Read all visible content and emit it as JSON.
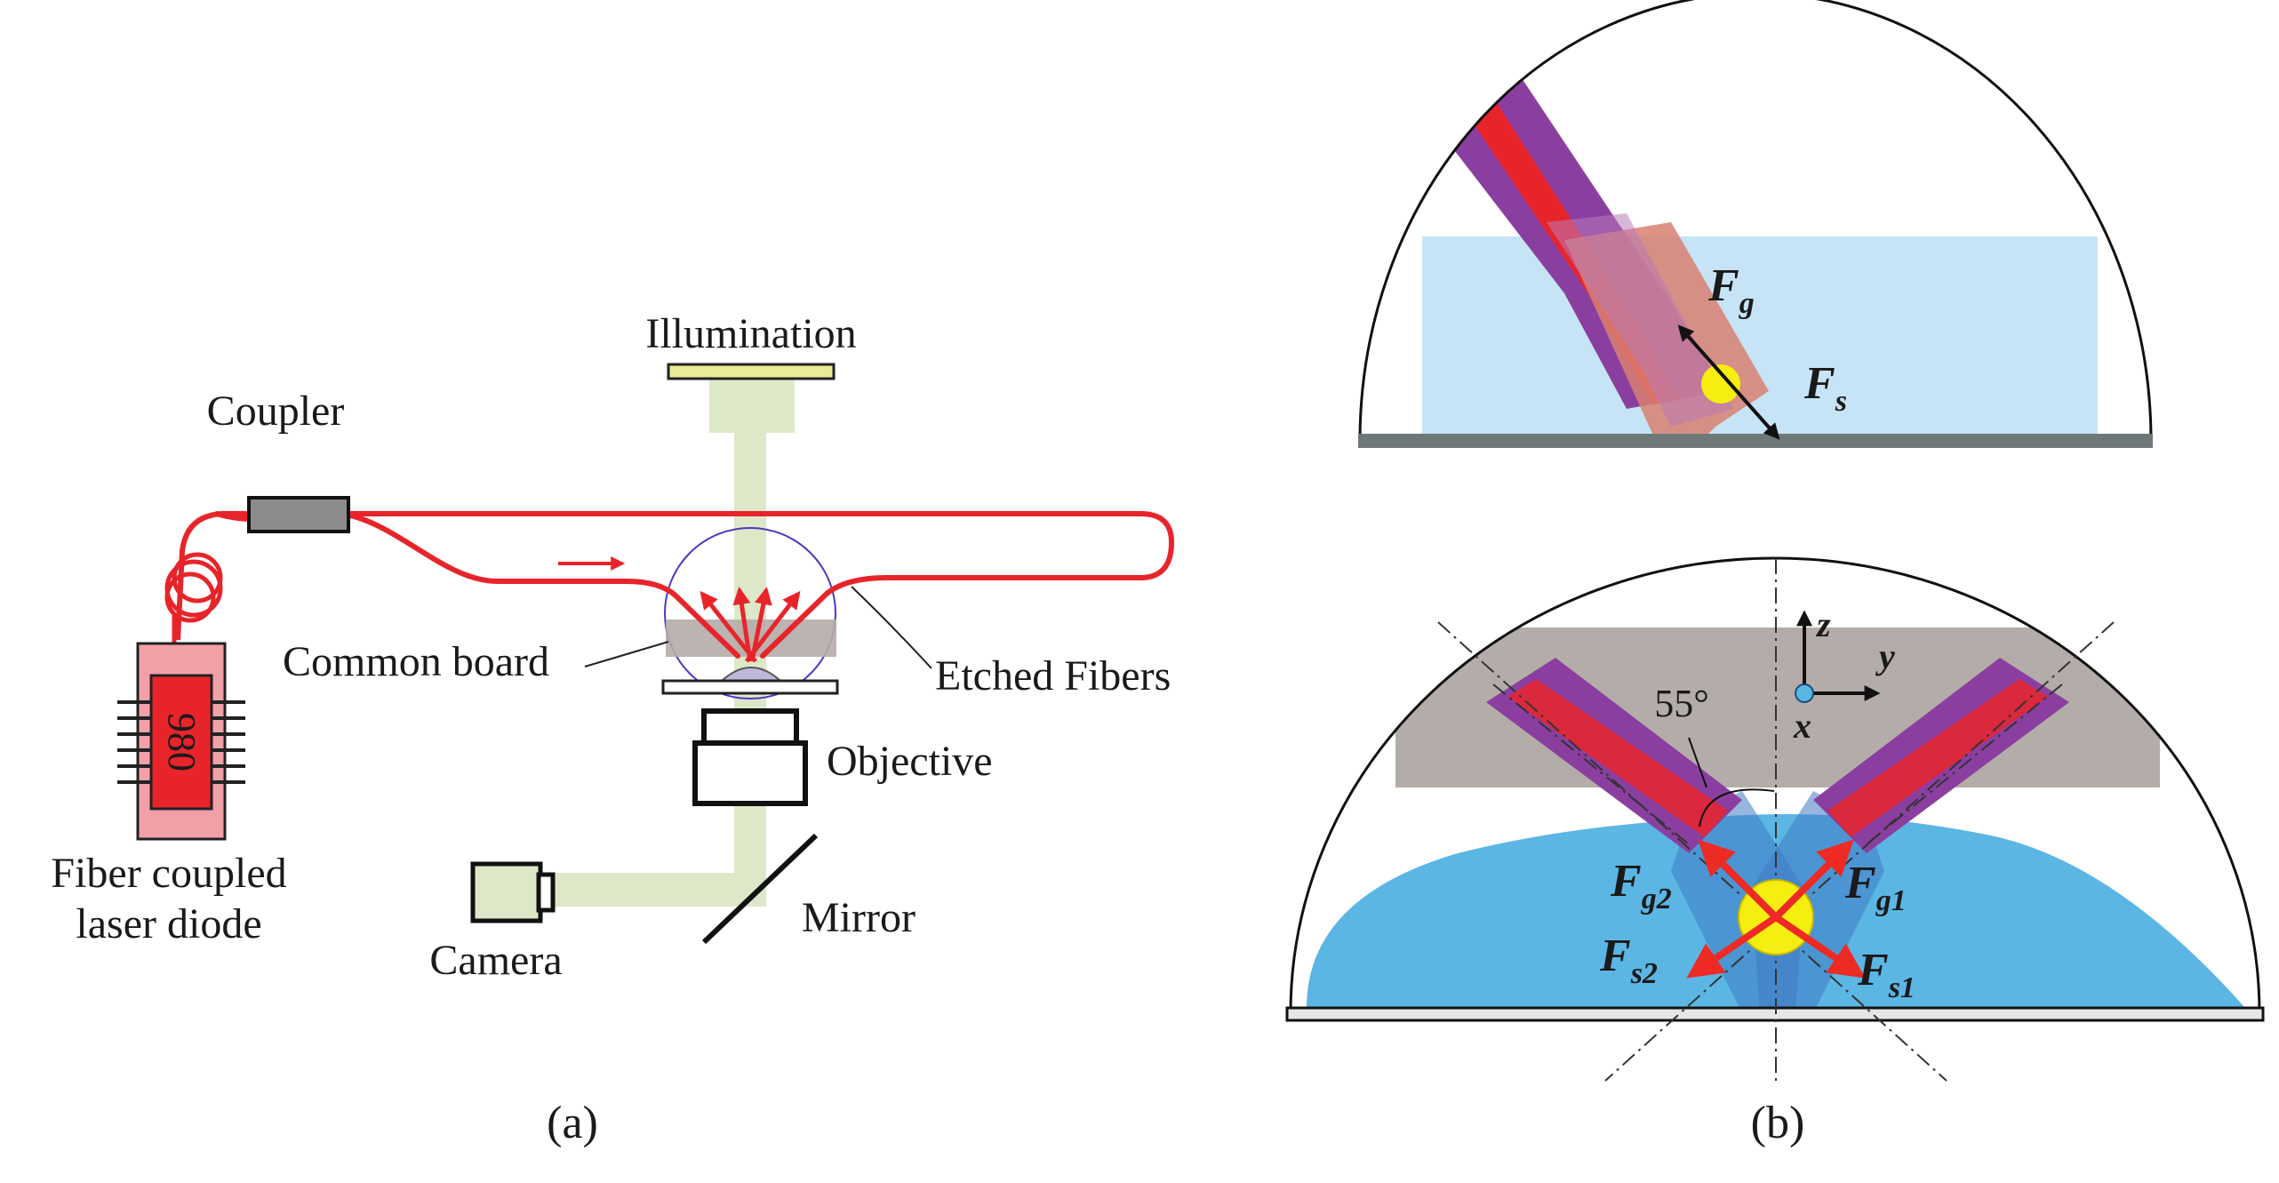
{
  "panel_a": {
    "caption": "(a)",
    "illumination": "Illumination",
    "coupler": "Coupler",
    "common_board": "Common board",
    "etched_fibers": "Etched Fibers",
    "objective": "Objective",
    "mirror": "Mirror",
    "camera": "Camera",
    "laser_line1": "Fiber coupled",
    "laser_line2": "laser diode",
    "chip_text": "980"
  },
  "panel_b": {
    "caption": "(b)",
    "top": {
      "fg_main": "F",
      "fg_sub": "g",
      "fs_main": "F",
      "fs_sub": "s"
    },
    "bottom": {
      "angle": "55°",
      "axis_z": "z",
      "axis_y": "y",
      "axis_x": "x",
      "fg2_main": "F",
      "fg2_sub": "g2",
      "fg1_main": "F",
      "fg1_sub": "g1",
      "fs2_main": "F",
      "fs2_sub": "s2",
      "fs1_main": "F",
      "fs1_sub": "s1"
    }
  },
  "colors": {
    "laser_red": "#e8242b",
    "chip_pink": "#f2a0a8",
    "light_path": "#dde8c8",
    "board_gray": "#b4aca8",
    "water_light": "#c6e4f6",
    "water_drop": "#5bb6e4",
    "fiber_purple": "#8a3fa0",
    "particle_yellow": "#f5ee10",
    "arrow_red": "#ee2a24"
  }
}
